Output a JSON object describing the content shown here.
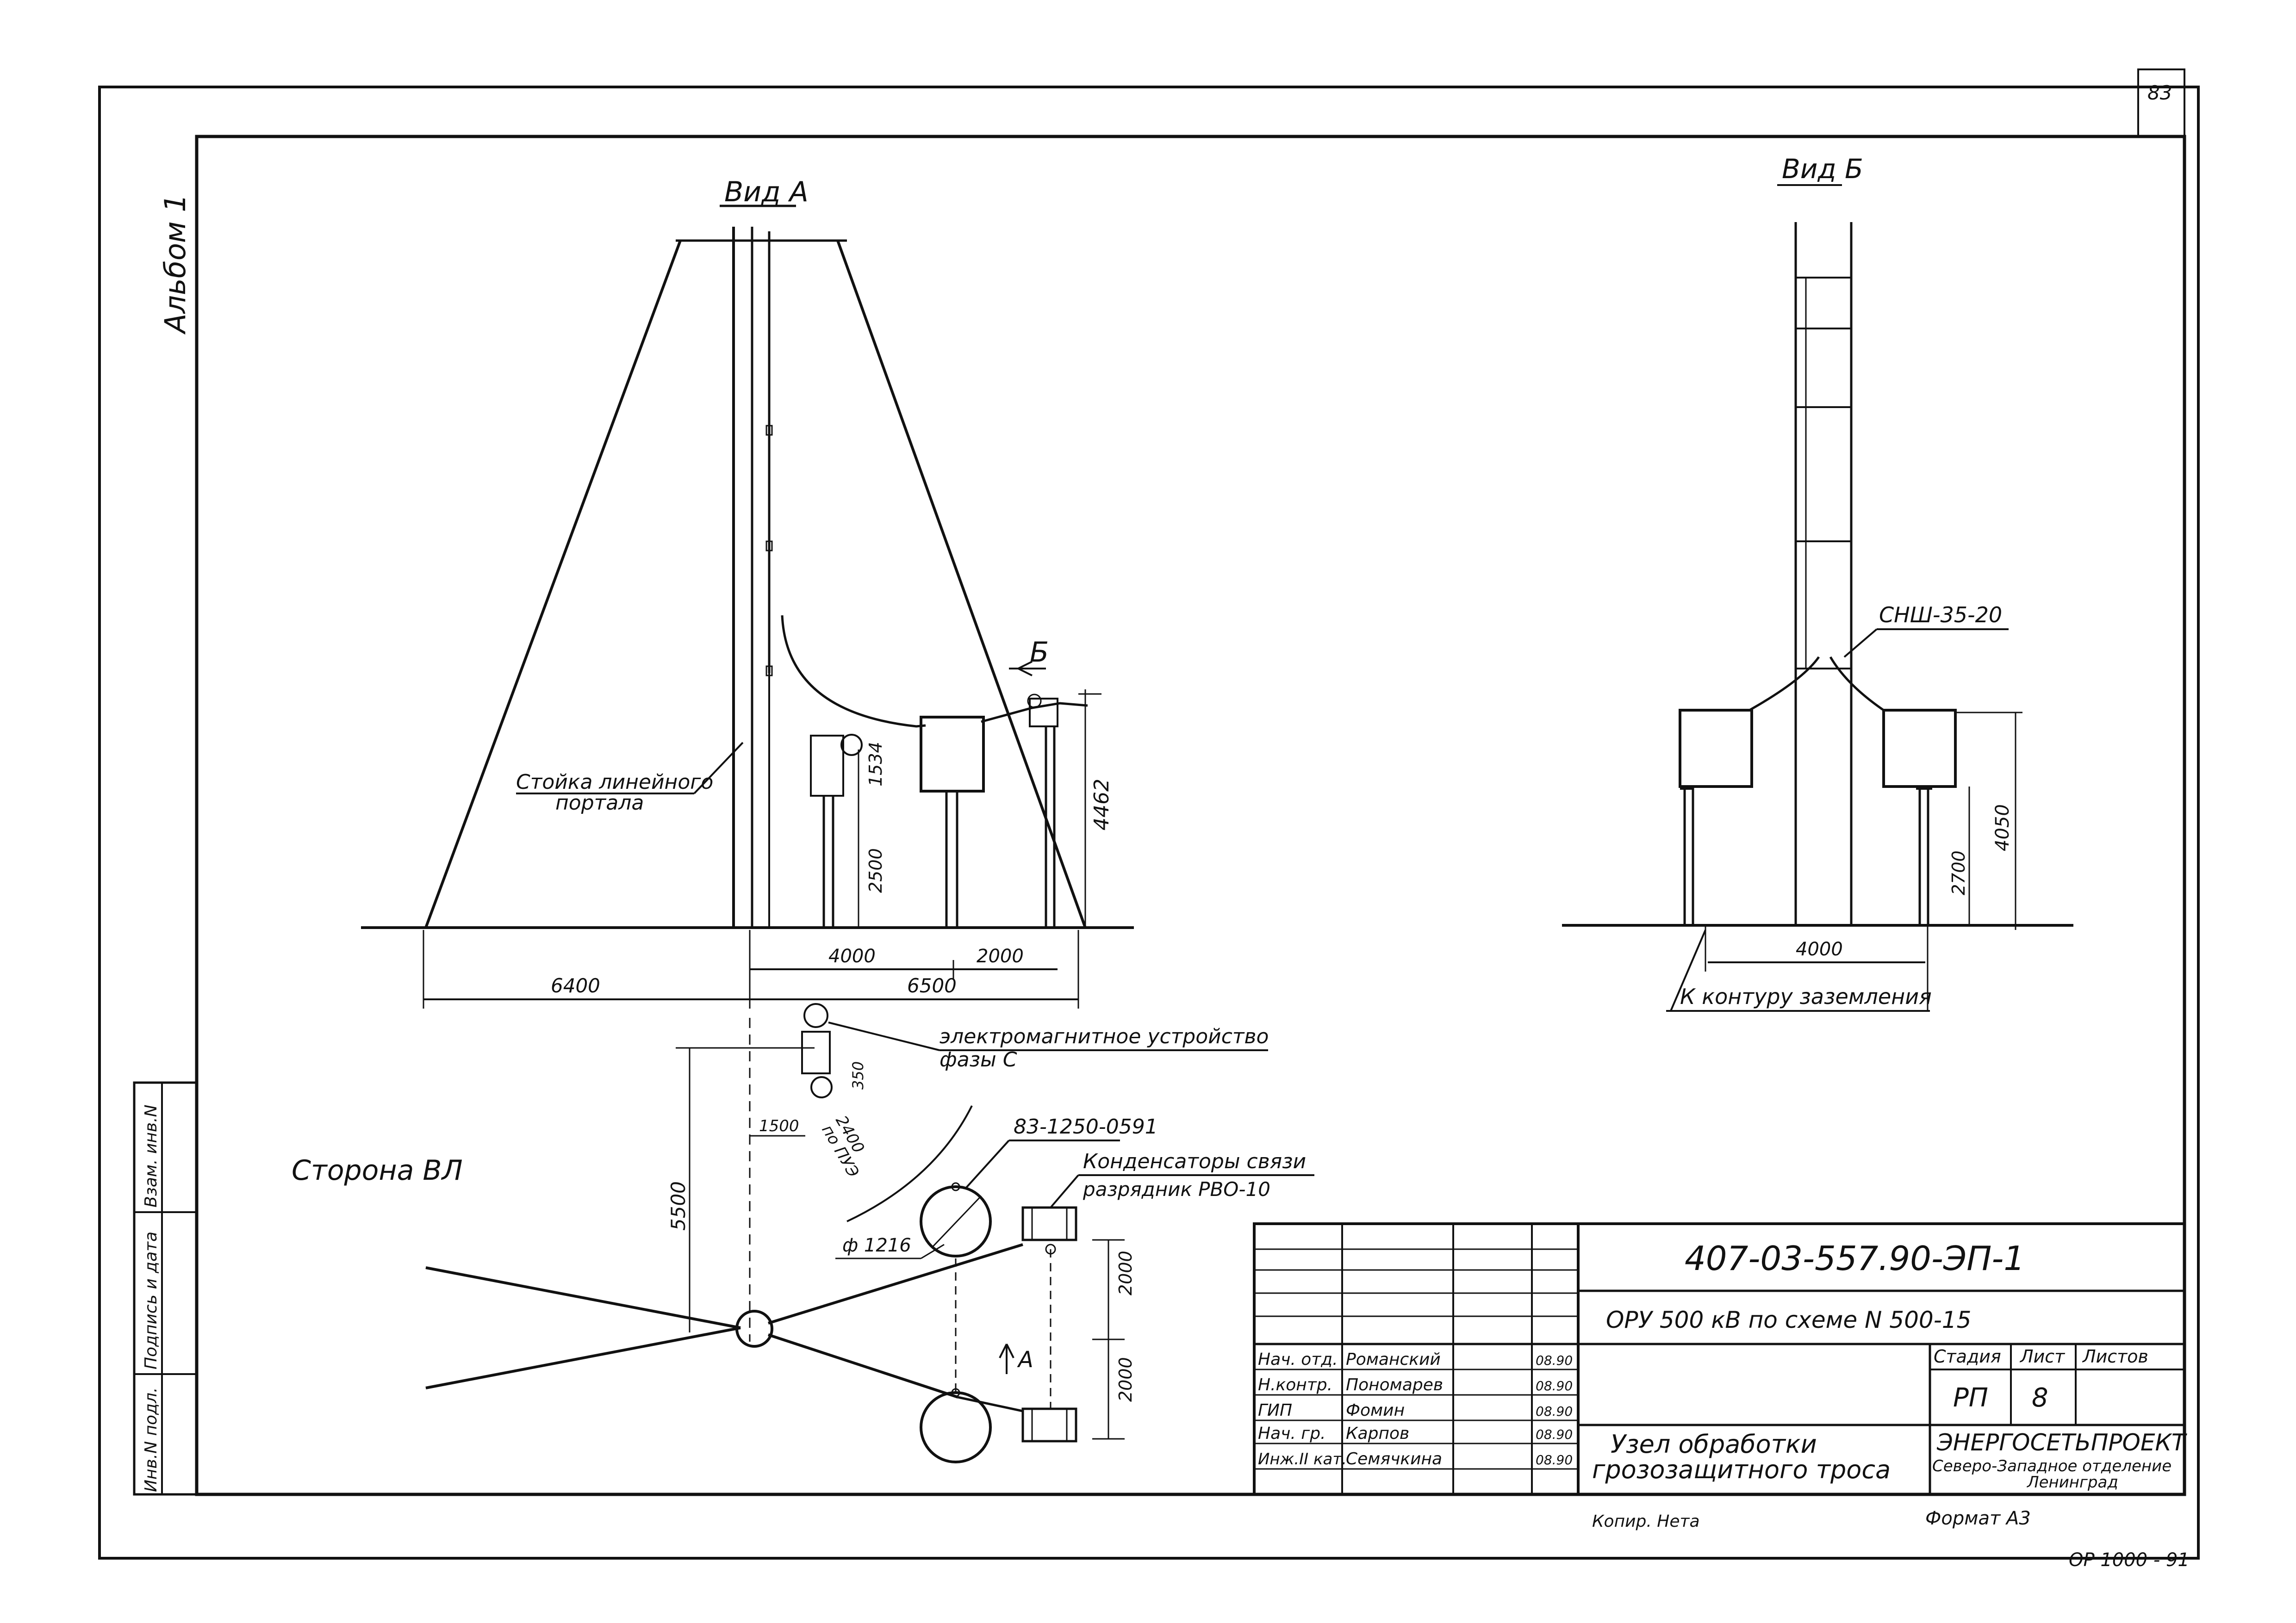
{
  "sheet": {
    "corner_mark": "83",
    "album_label": "Альбом 1",
    "bottom_note": "ОР 1000 - 91",
    "side_stamp": {
      "inv_orig": "Инв.N подл.",
      "signature_date": "Подпись и дата",
      "replace_inv": "Взам. инв.N"
    }
  },
  "view_a": {
    "title": "Вид А",
    "portal_label_line1": "Стойка линейного",
    "portal_label_line2": "портала",
    "arrow_b": "Б",
    "dims": {
      "d_1534": "1534",
      "d_2500": "2500",
      "d_4462": "4462",
      "d_4000": "4000",
      "d_2000": "2000",
      "d_6400": "6400",
      "d_6500": "6500"
    }
  },
  "view_b": {
    "title": "Вид Б",
    "insulator_label": "СНШ-35-20",
    "ground_label": "К контуру заземления",
    "dims": {
      "d_4000": "4000",
      "d_2700": "2700",
      "d_4050": "4050"
    }
  },
  "plan": {
    "side_label": "Сторона ВЛ",
    "em_device_line1": "электромагнитное устройство",
    "em_device_line2": "фазы С",
    "capacitor_code": "83-1250-0591",
    "capacitors_line1": "Конденсаторы связи",
    "capacitors_line2": "разрядник РВО-10",
    "phi_label": "ф 1216",
    "marker_a": "А",
    "dims": {
      "d_1500": "1500",
      "d_350": "350",
      "d_2400": "2400",
      "d_pue": "по ПУЭ",
      "d_5500": "5500",
      "d_2000a": "2000",
      "d_2000b": "2000"
    }
  },
  "title_block": {
    "doc_code": "407-03-557.90-ЭП-1",
    "project": "ОРУ 500 кВ по схеме N 500-15",
    "drawing_line1": "Узел обработки",
    "drawing_line2": "грозозащитного троса",
    "stage_header": "Стадия",
    "sheet_header": "Лист",
    "sheets_header": "Листов",
    "stage": "РП",
    "sheet_no": "8",
    "org_line1": "ЭНЕРГОСЕТЬПРОЕКТ",
    "org_line2": "Северо-Западное отделение",
    "org_line3": "Ленинград",
    "copied": "Копир. Нета",
    "format": "Формат А3",
    "staff": [
      {
        "role": "Нач. отд.",
        "name": "Романский",
        "date": "08.90"
      },
      {
        "role": "Н.контр.",
        "name": "Пономарев",
        "date": "08.90"
      },
      {
        "role": "ГИП",
        "name": "Фомин",
        "date": "08.90"
      },
      {
        "role": "Нач. гр.",
        "name": "Карпов",
        "date": "08.90"
      },
      {
        "role": "Инж.II кат.",
        "name": "Семячкина",
        "date": "08.90"
      }
    ]
  }
}
